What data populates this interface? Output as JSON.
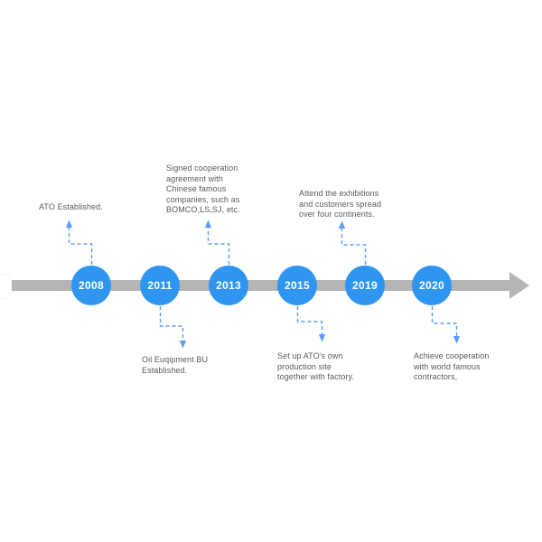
{
  "colors": {
    "node_fill": "#2e96f0",
    "connector": "#5c9df5",
    "bar": "#b5b5b5",
    "text": "#595959",
    "year_text": "#ffffff",
    "page_bg": "#ffffff"
  },
  "timeline": {
    "type": "horizontal-timeline",
    "axis_direction": "right",
    "events": [
      {
        "year": "2008",
        "position": "above",
        "description": "ATO Established."
      },
      {
        "year": "2011",
        "position": "below",
        "description": "Oil Euqipment BU\nEstablished."
      },
      {
        "year": "2013",
        "position": "above",
        "description": "Signed cooperation\nagreement with\nChinese famous\ncompanies, such as\nBOMCO,LS,SJ, etc."
      },
      {
        "year": "2015",
        "position": "below",
        "description": "Set up ATO's own\nproduction site\ntogether with factory."
      },
      {
        "year": "2019",
        "position": "above",
        "description": "Attend the exhibitions\nand customers spread\nover four continents."
      },
      {
        "year": "2020",
        "position": "below",
        "description": "Achieve cooperation\nwith world famous\ncontractors,"
      }
    ]
  }
}
